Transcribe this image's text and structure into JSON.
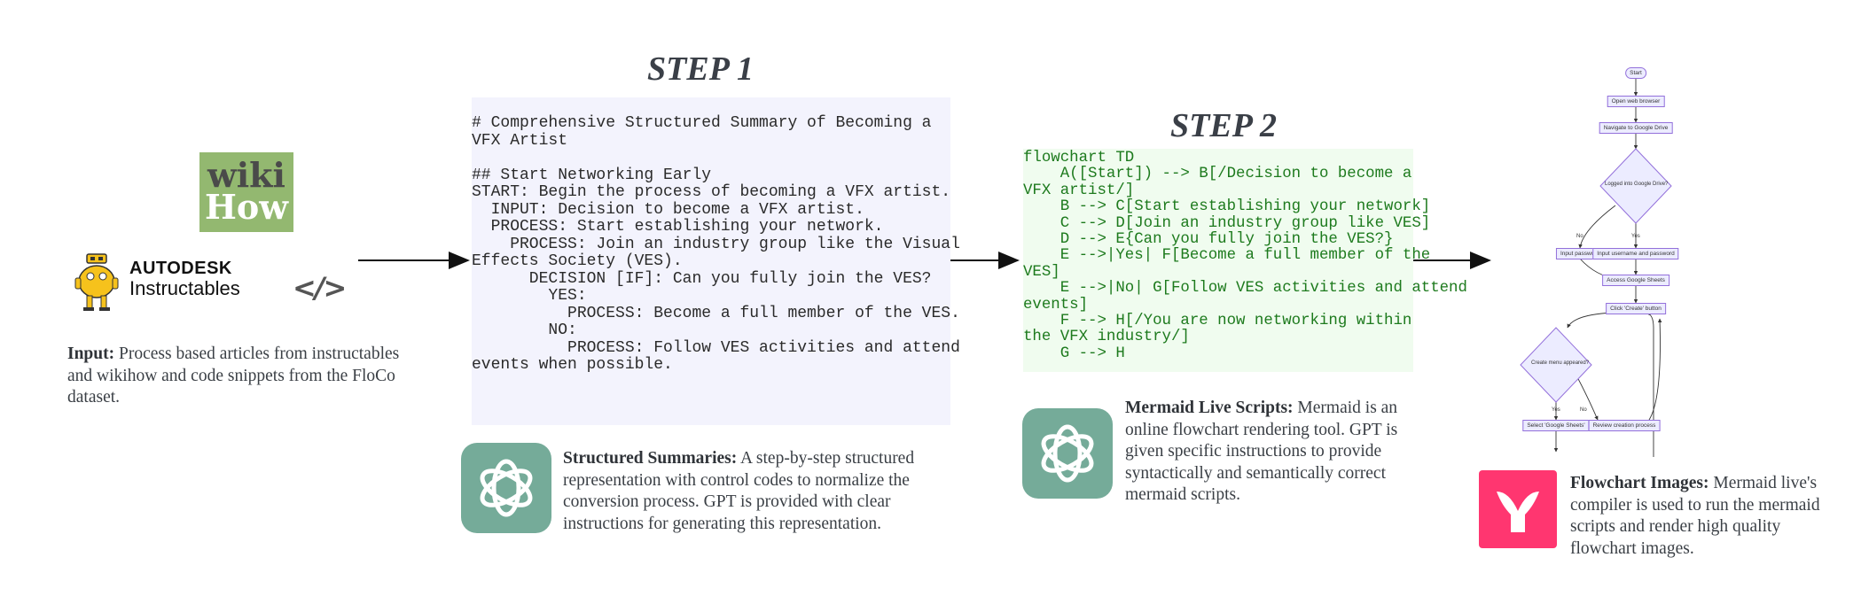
{
  "input": {
    "wikihow_logo": {
      "line1": "wiki",
      "line2": "How"
    },
    "instructables_logo": {
      "brand": "AUTODESK",
      "product": "Instructables"
    },
    "code_icon": "</>",
    "description": {
      "bold": "Input:",
      "text": " Process based articles from instructables and wikihow and code snippets from the FloCo dataset."
    }
  },
  "step1": {
    "title": "STEP 1",
    "code": "# Comprehensive Structured Summary of Becoming a\nVFX Artist\n\n## Start Networking Early\nSTART: Begin the process of becoming a VFX artist.\n  INPUT: Decision to become a VFX artist.\n  PROCESS: Start establishing your network.\n    PROCESS: Join an industry group like the Visual\nEffects Society (VES).\n      DECISION [IF]: Can you fully join the VES?\n        YES:\n          PROCESS: Become a full member of the VES.\n        NO:\n          PROCESS: Follow VES activities and attend\nevents when possible.",
    "description": {
      "bold": "Structured Summaries:",
      "text": "  A step-by-step structured representation with control codes  to normalize the conversion process. GPT is provided with clear instructions for generating this representation."
    }
  },
  "step2": {
    "title": "STEP 2",
    "code": "flowchart TD\n    A([Start]) --> B[/Decision to become a\nVFX artist/]\n    B --> C[Start establishing your network]\n    C --> D[Join an industry group like VES]\n    D --> E{Can you fully join the VES?}\n    E -->|Yes| F[Become a full member of the\nVES]\n    E -->|No| G[Follow VES activities and attend\nevents]\n    F --> H[/You are now networking within\nthe VFX industry/]\n    G --> H",
    "description": {
      "bold": "Mermaid Live Scripts:",
      "text": " Mermaid is an online flowchart rendering tool. GPT is given specific instructions to provide syntactically and semantically correct mermaid scripts."
    }
  },
  "step3": {
    "flowchart": {
      "start": "Start",
      "open_browser": "Open web browser",
      "navigate": "Navigate to Google Drive",
      "logged_in": "Logged into Google Drive?",
      "no_label_1": "No",
      "yes_label_1": "Yes",
      "input_password": "Input password",
      "input_user_pass": "Input username and password",
      "access_sheets": "Access Google Sheets",
      "click_create": "Click 'Create' button",
      "menu_appeared": "Create menu appeared?",
      "yes_label_2": "Yes",
      "no_label_2": "No",
      "select_sheets": "Select 'Google Sheets'",
      "review": "Review creation process"
    },
    "description": {
      "bold": "Flowchart Images:",
      "text": "  Mermaid live's compiler is used to run the mermaid scripts and render high quality flowchart images."
    }
  },
  "colors": {
    "step1_code_bg": "#f3f3fd",
    "step2_code_bg": "#f0fcef",
    "step2_code_text": "#1d7a1d",
    "gpt_icon_bg": "#75ab99",
    "mermaid_icon_bg": "#ff3670",
    "wikihow_bg": "#93b870"
  }
}
